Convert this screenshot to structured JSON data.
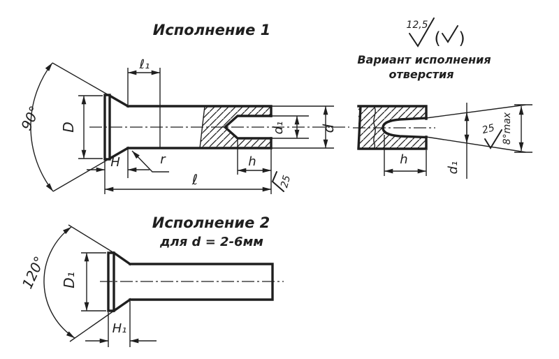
{
  "view1": {
    "title": "Исполнение 1",
    "dims": {
      "angle": "90°",
      "D": "D",
      "H": "H",
      "r": "r",
      "l1": "ℓ₁",
      "l": "ℓ",
      "h": "h",
      "d1": "d₁",
      "d": "d",
      "roughness": "25"
    }
  },
  "hole_variant": {
    "roughness_value": "12,5",
    "paren_open": "(",
    "paren_close": ")",
    "caption_line1": "Вариант исполнения",
    "caption_line2": "отверстия",
    "dims": {
      "h": "h",
      "d1": "d₁",
      "taper": "8°max",
      "roughness": "25"
    }
  },
  "view2": {
    "title": "Исполнение 2",
    "subtitle": "для d = 2-6мм",
    "dims": {
      "angle": "120°",
      "D1": "D₁",
      "H1": "H₁"
    }
  },
  "colors": {
    "ink": "#1f1f1f",
    "paper": "#ffffff"
  }
}
